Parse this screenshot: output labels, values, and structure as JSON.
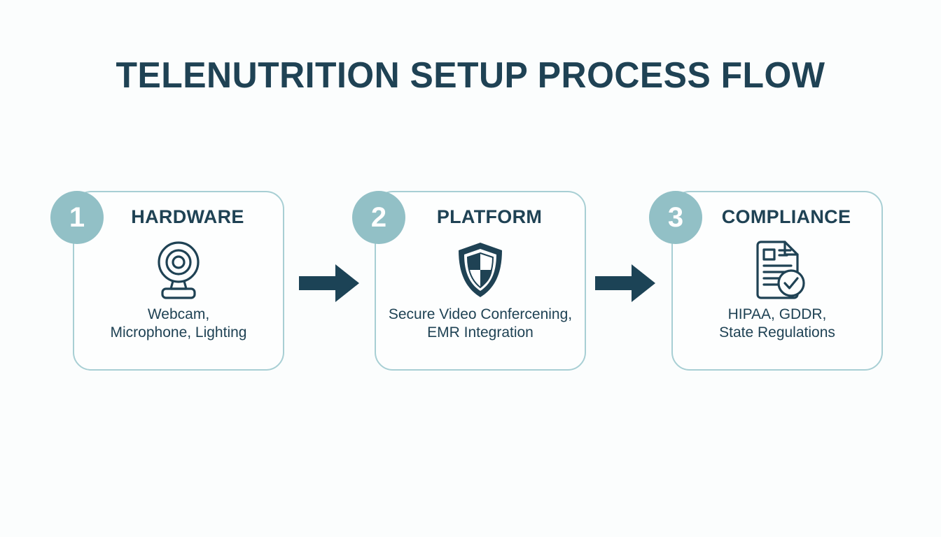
{
  "page": {
    "title": "TELENUTRITION SETUP PROCESS FLOW",
    "background_color": "#fbfdfd",
    "accent_color": "#1f4254",
    "badge_color": "#92c0c6",
    "card_border_color": "#a8cfd4"
  },
  "steps": [
    {
      "number": "1",
      "title": "HARDWARE",
      "icon": "webcam-icon",
      "desc_line1": "Webcam,",
      "desc_line2": "Microphone, Lighting"
    },
    {
      "number": "2",
      "title": "PLATFORM",
      "icon": "shield-icon",
      "desc_line1": "Secure Video Confercening,",
      "desc_line2": "EMR Integration"
    },
    {
      "number": "3",
      "title": "COMPLIANCE",
      "icon": "document-check-icon",
      "desc_line1": "HIPAA, GDDR,",
      "desc_line2": "State Regulations"
    }
  ],
  "connectors": [
    {
      "name": "arrow-right-1"
    },
    {
      "name": "arrow-right-2"
    }
  ]
}
